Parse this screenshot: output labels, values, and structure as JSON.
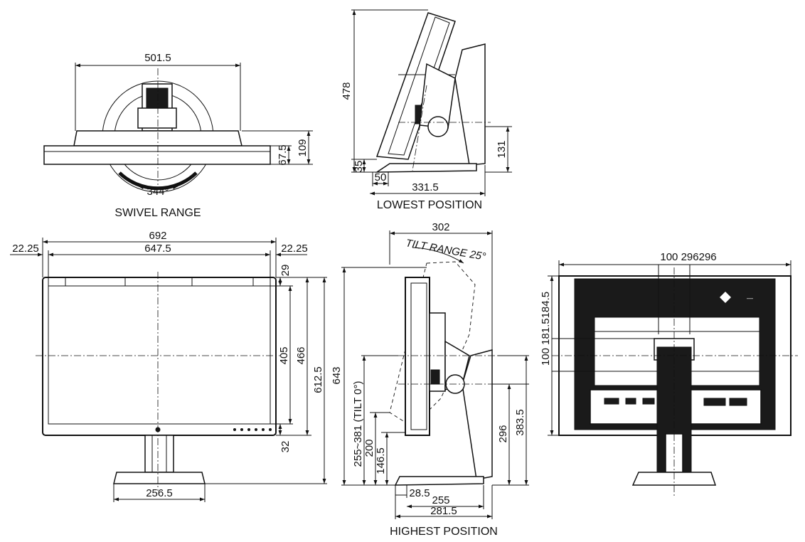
{
  "views": {
    "swivel": {
      "caption": "SWIVEL RANGE",
      "dims": {
        "width": "501.5",
        "h1": "67.5",
        "h2": "109",
        "angle": "344°"
      }
    },
    "lowest": {
      "caption": "LOWEST POSITION",
      "dims": {
        "height": "478",
        "bottom": "35",
        "foot": "50",
        "depth": "331.5",
        "pivot": "131"
      }
    },
    "front": {
      "dims": {
        "total_width": "692",
        "screen_width": "647.5",
        "left_bezel": "22.25",
        "right_bezel": "22.25",
        "top_bezel": "29",
        "screen_height": "405",
        "panel_height": "466",
        "total_height": "612.5",
        "bottom_bezel": "32",
        "base_width": "256.5"
      }
    },
    "highest": {
      "caption": "HIGHEST POSITION",
      "dims": {
        "depth": "302",
        "tilt": "TILT RANGE 25°",
        "height": "643",
        "adjust": "255~381 (TILT 0°)",
        "d200": "200",
        "d146": "146.5",
        "d296": "296",
        "d383": "383.5",
        "d28": "28.5",
        "d255": "255",
        "d281": "281.5"
      }
    },
    "rear": {
      "dims": {
        "top": "100 296296",
        "side": "100 181.5184.5"
      },
      "logo_text": "—"
    }
  }
}
